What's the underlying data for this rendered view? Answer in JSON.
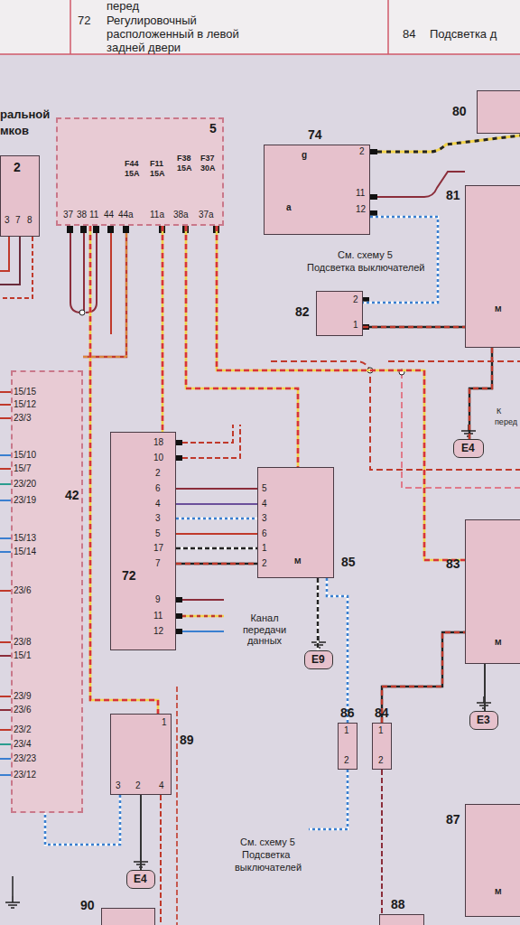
{
  "diagram": {
    "nodes": [
      {
        "text": [
          "5"
        ]
      },
      {
        "text": [
          "2"
        ]
      },
      {
        "text": [
          "74"
        ]
      },
      {
        "text": [
          "80"
        ]
      },
      {
        "text": [
          "81"
        ]
      },
      {
        "text": [
          "82"
        ]
      },
      {
        "text": [
          "E4"
        ]
      },
      {
        "text": [
          "42"
        ]
      },
      {
        "text": [
          "72"
        ]
      },
      {
        "text": [
          "85"
        ]
      },
      {
        "text": [
          "E9"
        ]
      },
      {
        "text": [
          "83"
        ]
      },
      {
        "text": [
          "E3"
        ]
      },
      {
        "text": [
          "86"
        ]
      },
      {
        "text": [
          "84"
        ]
      },
      {
        "text": [
          "89"
        ]
      },
      {
        "text": [
          "E4"
        ]
      },
      {
        "text": [
          "87"
        ]
      },
      {
        "text": [
          "88"
        ]
      },
      {
        "text": [
          "90"
        ]
      }
    ],
    "edges": [
      {
        "from": 0,
        "to": 8,
        "arrow": "none"
      },
      {
        "from": 0,
        "to": 9,
        "arrow": "none"
      },
      {
        "from": 0,
        "to": 11,
        "arrow": "none"
      },
      {
        "from": 2,
        "to": 5,
        "arrow": "none"
      },
      {
        "from": 5,
        "to": 4,
        "arrow": "none"
      },
      {
        "from": 8,
        "to": 9,
        "arrow": "none"
      },
      {
        "from": 8,
        "to": 9,
        "arrow": "none"
      },
      {
        "from": 8,
        "to": 9,
        "arrow": "none"
      },
      {
        "from": 8,
        "to": 9,
        "arrow": "none"
      },
      {
        "from": 8,
        "to": 9,
        "arrow": "none"
      },
      {
        "from": 8,
        "to": 9,
        "arrow": "none"
      },
      {
        "from": 9,
        "to": 10,
        "arrow": "none"
      },
      {
        "from": 9,
        "to": 13,
        "arrow": "none"
      },
      {
        "from": 14,
        "to": 11,
        "arrow": "none"
      },
      {
        "from": 15,
        "to": 7,
        "arrow": "none"
      },
      {
        "from": 15,
        "to": 16,
        "arrow": "none"
      },
      {
        "from": 6,
        "to": 4,
        "arrow": "none"
      },
      {
        "from": 12,
        "to": 11,
        "arrow": "none"
      },
      {
        "from": 0,
        "to": 15,
        "arrow": "none"
      }
    ],
    "labels": [
      "перед",
      "72",
      "Регулировочный",
      "расположенный в левой",
      "задней двери",
      "84",
      "Подсветка д",
      "ральной",
      "мков",
      "37",
      "38",
      "11",
      "44",
      "44a",
      "11a",
      "38a",
      "37a",
      "F44",
      "15A",
      "F11",
      "15A",
      "F38",
      "15A",
      "F37",
      "30A",
      "3",
      "7",
      "8",
      "2",
      "g",
      "11",
      "12",
      "a",
      "2",
      "1",
      "См. схему 5",
      "Подсветка выключателей",
      "К",
      "перед",
      "15/15",
      "15/12",
      "23/3",
      "15/10",
      "15/7",
      "23/20",
      "23/19",
      "15/13",
      "15/14",
      "23/6",
      "23/8",
      "15/1",
      "23/9",
      "23/6",
      "23/2",
      "23/4",
      "23/23",
      "23/12",
      "18",
      "10",
      "2",
      "6",
      "4",
      "3",
      "5",
      "17",
      "7",
      "9",
      "11",
      "12",
      "5",
      "4",
      "3",
      "6",
      "1",
      "2",
      "M",
      "Канал передачи данных",
      "1",
      "2",
      "1",
      "2",
      "1",
      "3",
      "2",
      "4",
      "См. схему 5",
      "Подсветка",
      "выключателей",
      "M",
      "M",
      "M"
    ]
  }
}
